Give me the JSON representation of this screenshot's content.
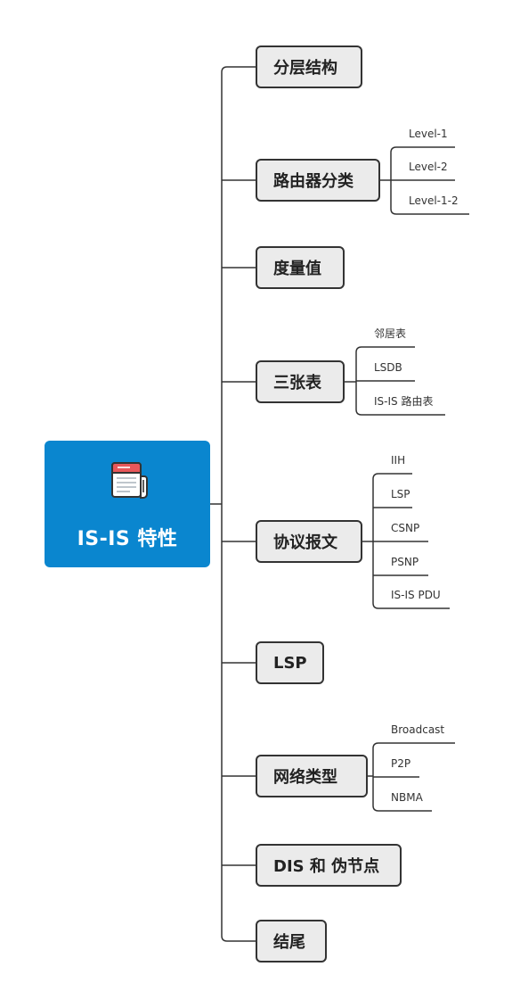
{
  "root": {
    "title": "IS-IS 特性",
    "icon": "notebook-icon"
  },
  "colors": {
    "root_fill": "#0a86cf",
    "topic_fill": "#ebebeb",
    "topic_border": "#333333",
    "line": "#333333",
    "icon_red": "#e8575a"
  },
  "topics": [
    {
      "label": "分层结构",
      "children": []
    },
    {
      "label": "路由器分类",
      "children": [
        "Level-1",
        "Level-2",
        "Level-1-2"
      ]
    },
    {
      "label": "度量值",
      "children": []
    },
    {
      "label": "三张表",
      "children": [
        "邻居表",
        "LSDB",
        "IS-IS 路由表"
      ]
    },
    {
      "label": "协议报文",
      "children": [
        "IIH",
        "LSP",
        "CSNP",
        "PSNP",
        "IS-IS PDU"
      ]
    },
    {
      "label": "LSP",
      "children": []
    },
    {
      "label": "网络类型",
      "children": [
        "Broadcast",
        "P2P",
        "NBMA"
      ]
    },
    {
      "label": "DIS 和 伪节点",
      "children": []
    },
    {
      "label": "结尾",
      "children": []
    }
  ]
}
